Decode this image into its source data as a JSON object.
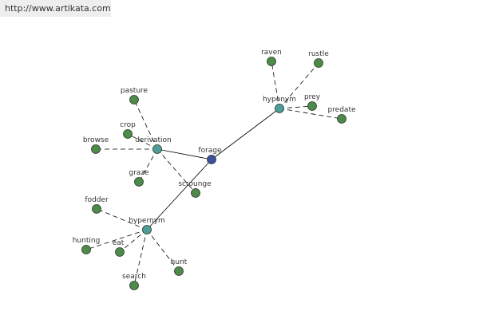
{
  "banner": {
    "url": "http://www.artikata.com"
  },
  "colors": {
    "center": "#3d4f9e",
    "relation": "#4f9d9a",
    "leaf": "#4e8a49",
    "outline": "#2a3a2a",
    "edge": "#000000"
  },
  "graph": {
    "nodes": [
      {
        "id": "forage",
        "label": "forage",
        "type": "center"
      },
      {
        "id": "hyponym",
        "label": "hyponym",
        "type": "relation"
      },
      {
        "id": "derivation",
        "label": "derivation",
        "type": "relation"
      },
      {
        "id": "hypernym",
        "label": "hypernym",
        "type": "relation"
      },
      {
        "id": "raven",
        "label": "raven",
        "type": "leaf"
      },
      {
        "id": "rustle",
        "label": "rustle",
        "type": "leaf"
      },
      {
        "id": "prey",
        "label": "prey",
        "type": "leaf"
      },
      {
        "id": "predate",
        "label": "predate",
        "type": "leaf"
      },
      {
        "id": "pasture",
        "label": "pasture",
        "type": "leaf"
      },
      {
        "id": "crop",
        "label": "crop",
        "type": "leaf"
      },
      {
        "id": "browse",
        "label": "browse",
        "type": "leaf"
      },
      {
        "id": "graze",
        "label": "graze",
        "type": "leaf"
      },
      {
        "id": "scrounge",
        "label": "scrounge",
        "type": "leaf"
      },
      {
        "id": "fodder",
        "label": "fodder",
        "type": "leaf"
      },
      {
        "id": "hunting",
        "label": "hunting",
        "type": "leaf"
      },
      {
        "id": "eat",
        "label": "eat",
        "type": "leaf"
      },
      {
        "id": "hunt",
        "label": "hunt",
        "type": "leaf"
      },
      {
        "id": "search",
        "label": "search",
        "type": "leaf"
      }
    ],
    "edges": [
      {
        "from": "forage",
        "to": "hyponym",
        "style": "solid"
      },
      {
        "from": "forage",
        "to": "derivation",
        "style": "solid"
      },
      {
        "from": "forage",
        "to": "hypernym",
        "style": "solid"
      },
      {
        "from": "hyponym",
        "to": "raven",
        "style": "dashed"
      },
      {
        "from": "hyponym",
        "to": "rustle",
        "style": "dashed"
      },
      {
        "from": "hyponym",
        "to": "prey",
        "style": "dashed"
      },
      {
        "from": "hyponym",
        "to": "predate",
        "style": "dashed"
      },
      {
        "from": "derivation",
        "to": "pasture",
        "style": "dashed"
      },
      {
        "from": "derivation",
        "to": "crop",
        "style": "dashed"
      },
      {
        "from": "derivation",
        "to": "browse",
        "style": "dashed"
      },
      {
        "from": "derivation",
        "to": "graze",
        "style": "dashed"
      },
      {
        "from": "derivation",
        "to": "scrounge",
        "style": "dashed"
      },
      {
        "from": "hypernym",
        "to": "fodder",
        "style": "dashed"
      },
      {
        "from": "hypernym",
        "to": "hunting",
        "style": "dashed"
      },
      {
        "from": "hypernym",
        "to": "eat",
        "style": "dashed"
      },
      {
        "from": "hypernym",
        "to": "hunt",
        "style": "dashed"
      },
      {
        "from": "hypernym",
        "to": "search",
        "style": "dashed"
      }
    ]
  }
}
